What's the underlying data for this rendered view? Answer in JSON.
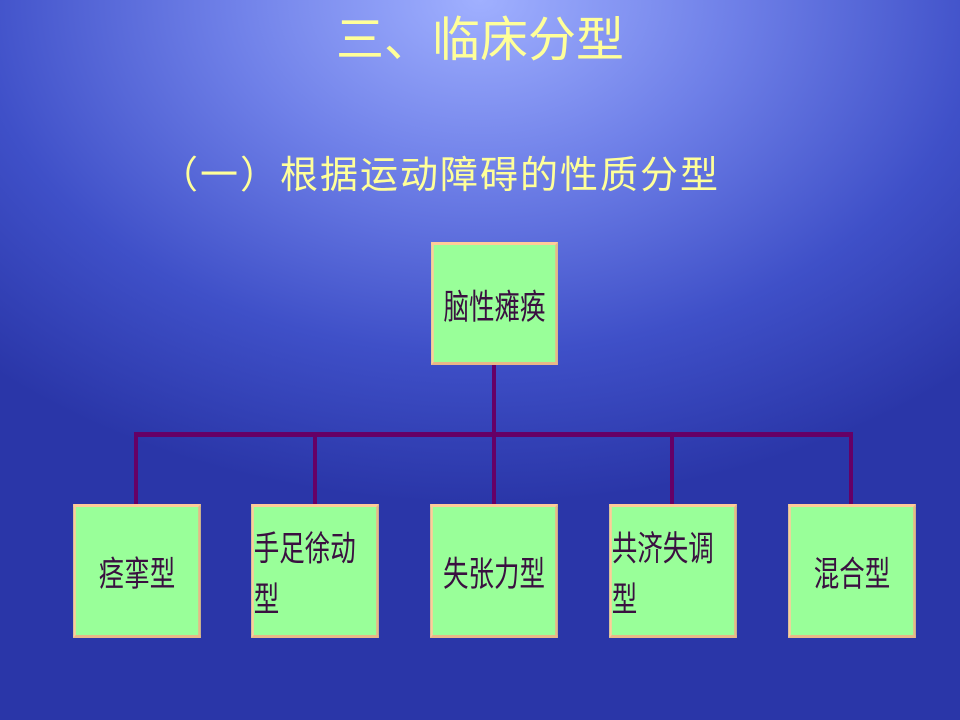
{
  "slide": {
    "title": "三、临床分型",
    "subtitle": "（一）根据运动障碍的性质分型"
  },
  "diagram": {
    "root": "脑性瘫痪",
    "children": [
      "痉挛型",
      "手足徐动型",
      "失张力型",
      "共济失调型",
      "混合型"
    ]
  },
  "colors": {
    "box_fill": "#99ff99",
    "box_border": "#ffcc99",
    "connector": "#660066",
    "title_text": "#ffff99"
  }
}
